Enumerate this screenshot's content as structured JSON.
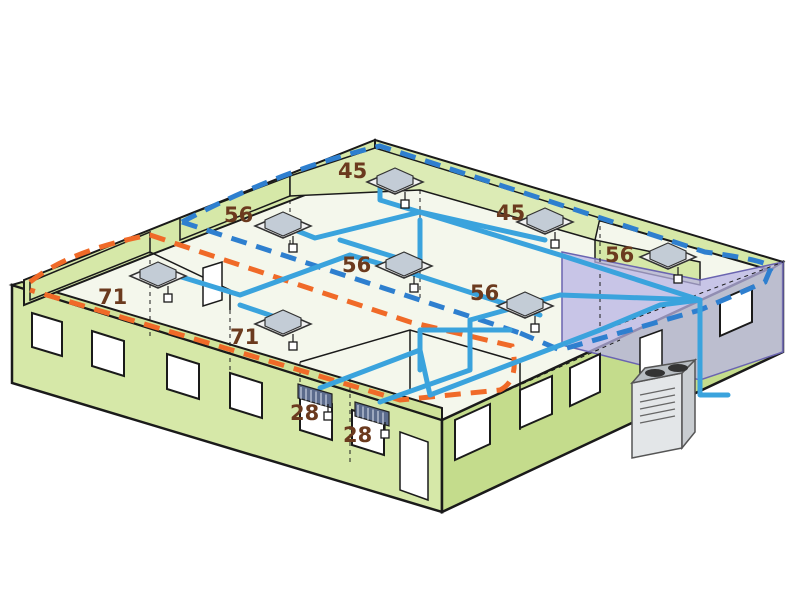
{
  "colors": {
    "wall": "#d6e8a8",
    "wall_dark": "#c4dc8c",
    "outline": "#1a1a1a",
    "pipe": "#3aa3dd",
    "zone_blue": "#2e7fcf",
    "zone_orange": "#f06a28",
    "label": "#6b3a1e",
    "purple_zone": "#b9b4e6",
    "outdoor_unit": "#dfe3e6"
  },
  "units": [
    {
      "id": "unit-45-top",
      "capacity": "45"
    },
    {
      "id": "unit-45-right",
      "capacity": "45"
    },
    {
      "id": "unit-56-left",
      "capacity": "56"
    },
    {
      "id": "unit-56-center",
      "capacity": "56"
    },
    {
      "id": "unit-56-mid-right",
      "capacity": "56"
    },
    {
      "id": "unit-56-right",
      "capacity": "56"
    },
    {
      "id": "unit-71-left",
      "capacity": "71"
    },
    {
      "id": "unit-71-center",
      "capacity": "71"
    },
    {
      "id": "unit-28-a",
      "capacity": "28"
    },
    {
      "id": "unit-28-b",
      "capacity": "28"
    }
  ]
}
